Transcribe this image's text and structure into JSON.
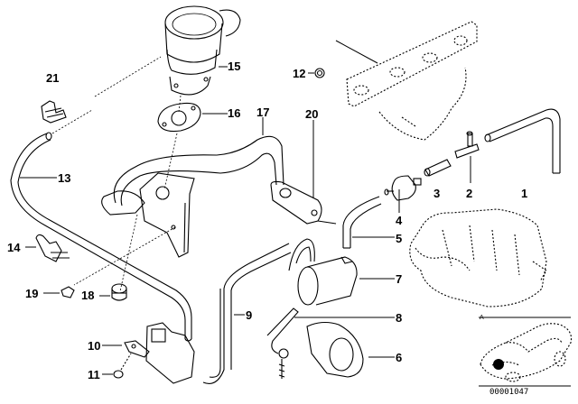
{
  "diagram": {
    "title": "Exhaust / secondary air injection vacuum hose parts diagram",
    "document_code": "00001047",
    "inset_marker": "A",
    "callouts": [
      {
        "id": "1",
        "label": "1"
      },
      {
        "id": "2",
        "label": "2"
      },
      {
        "id": "3",
        "label": "3"
      },
      {
        "id": "4",
        "label": "4"
      },
      {
        "id": "5",
        "label": "5"
      },
      {
        "id": "6",
        "label": "6"
      },
      {
        "id": "7",
        "label": "7"
      },
      {
        "id": "8",
        "label": "8"
      },
      {
        "id": "9",
        "label": "9"
      },
      {
        "id": "10",
        "label": "10"
      },
      {
        "id": "11",
        "label": "11"
      },
      {
        "id": "12",
        "label": "12"
      },
      {
        "id": "13",
        "label": "13"
      },
      {
        "id": "14",
        "label": "14"
      },
      {
        "id": "15",
        "label": "15"
      },
      {
        "id": "16",
        "label": "16"
      },
      {
        "id": "17",
        "label": "17"
      },
      {
        "id": "18",
        "label": "18"
      },
      {
        "id": "19",
        "label": "19"
      },
      {
        "id": "20",
        "label": "20"
      },
      {
        "id": "21",
        "label": "21"
      }
    ],
    "locator": {
      "vehicle": "sedan",
      "highlight": "engine-bay-front-left"
    }
  }
}
